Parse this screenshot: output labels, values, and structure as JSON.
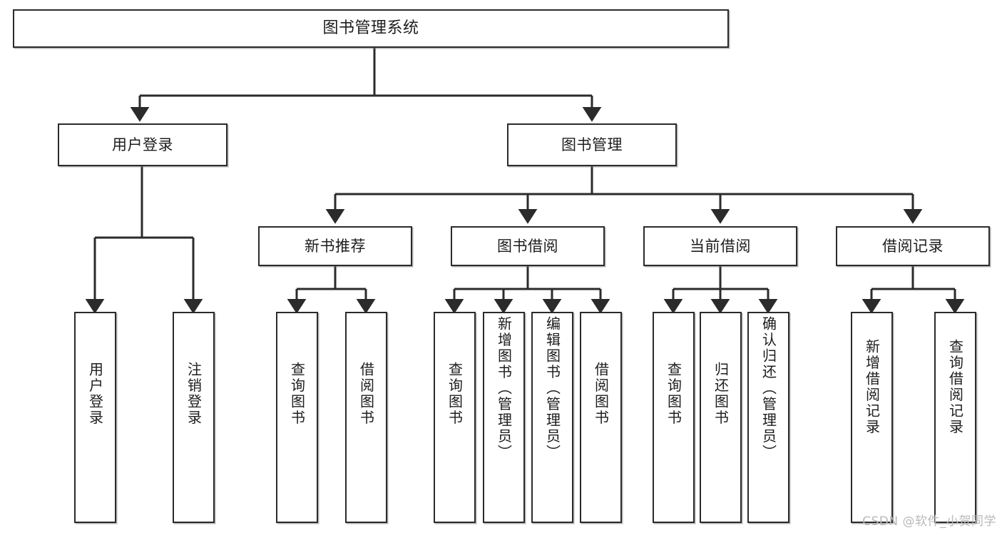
{
  "diagram": {
    "title": "图书管理系统",
    "type": "tree-hierarchy-flowchart",
    "colors": {
      "background": "#ffffff",
      "box_border": "#2b2b2b",
      "box_fill": "#ffffff",
      "connector": "#2b2b2b",
      "watermark": "#b9b9b9"
    },
    "root": {
      "label": "图书管理系统"
    },
    "level2": [
      {
        "label": "用户登录"
      },
      {
        "label": "图书管理"
      }
    ],
    "level3": [
      {
        "label": "新书推荐"
      },
      {
        "label": "图书借阅"
      },
      {
        "label": "当前借阅"
      },
      {
        "label": "借阅记录"
      }
    ],
    "leaves": {
      "user_login": [
        {
          "label": "用户登录"
        },
        {
          "label": "注销登录"
        }
      ],
      "new_book_recommend": [
        {
          "label": "查询图书"
        },
        {
          "label": "借阅图书"
        }
      ],
      "book_borrow": [
        {
          "label": "查询图书"
        },
        {
          "label": "新增图书（管理员）"
        },
        {
          "label": "编辑图书（管理员）"
        },
        {
          "label": "借阅图书"
        }
      ],
      "current_borrow": [
        {
          "label": "查询图书"
        },
        {
          "label": "归还图书"
        },
        {
          "label": "确认归还（管理员）"
        }
      ],
      "borrow_record": [
        {
          "label": "新增借阅记录"
        },
        {
          "label": "查询借阅记录"
        }
      ]
    }
  },
  "watermark": {
    "text": "CSDN @软件_小贺同学"
  }
}
